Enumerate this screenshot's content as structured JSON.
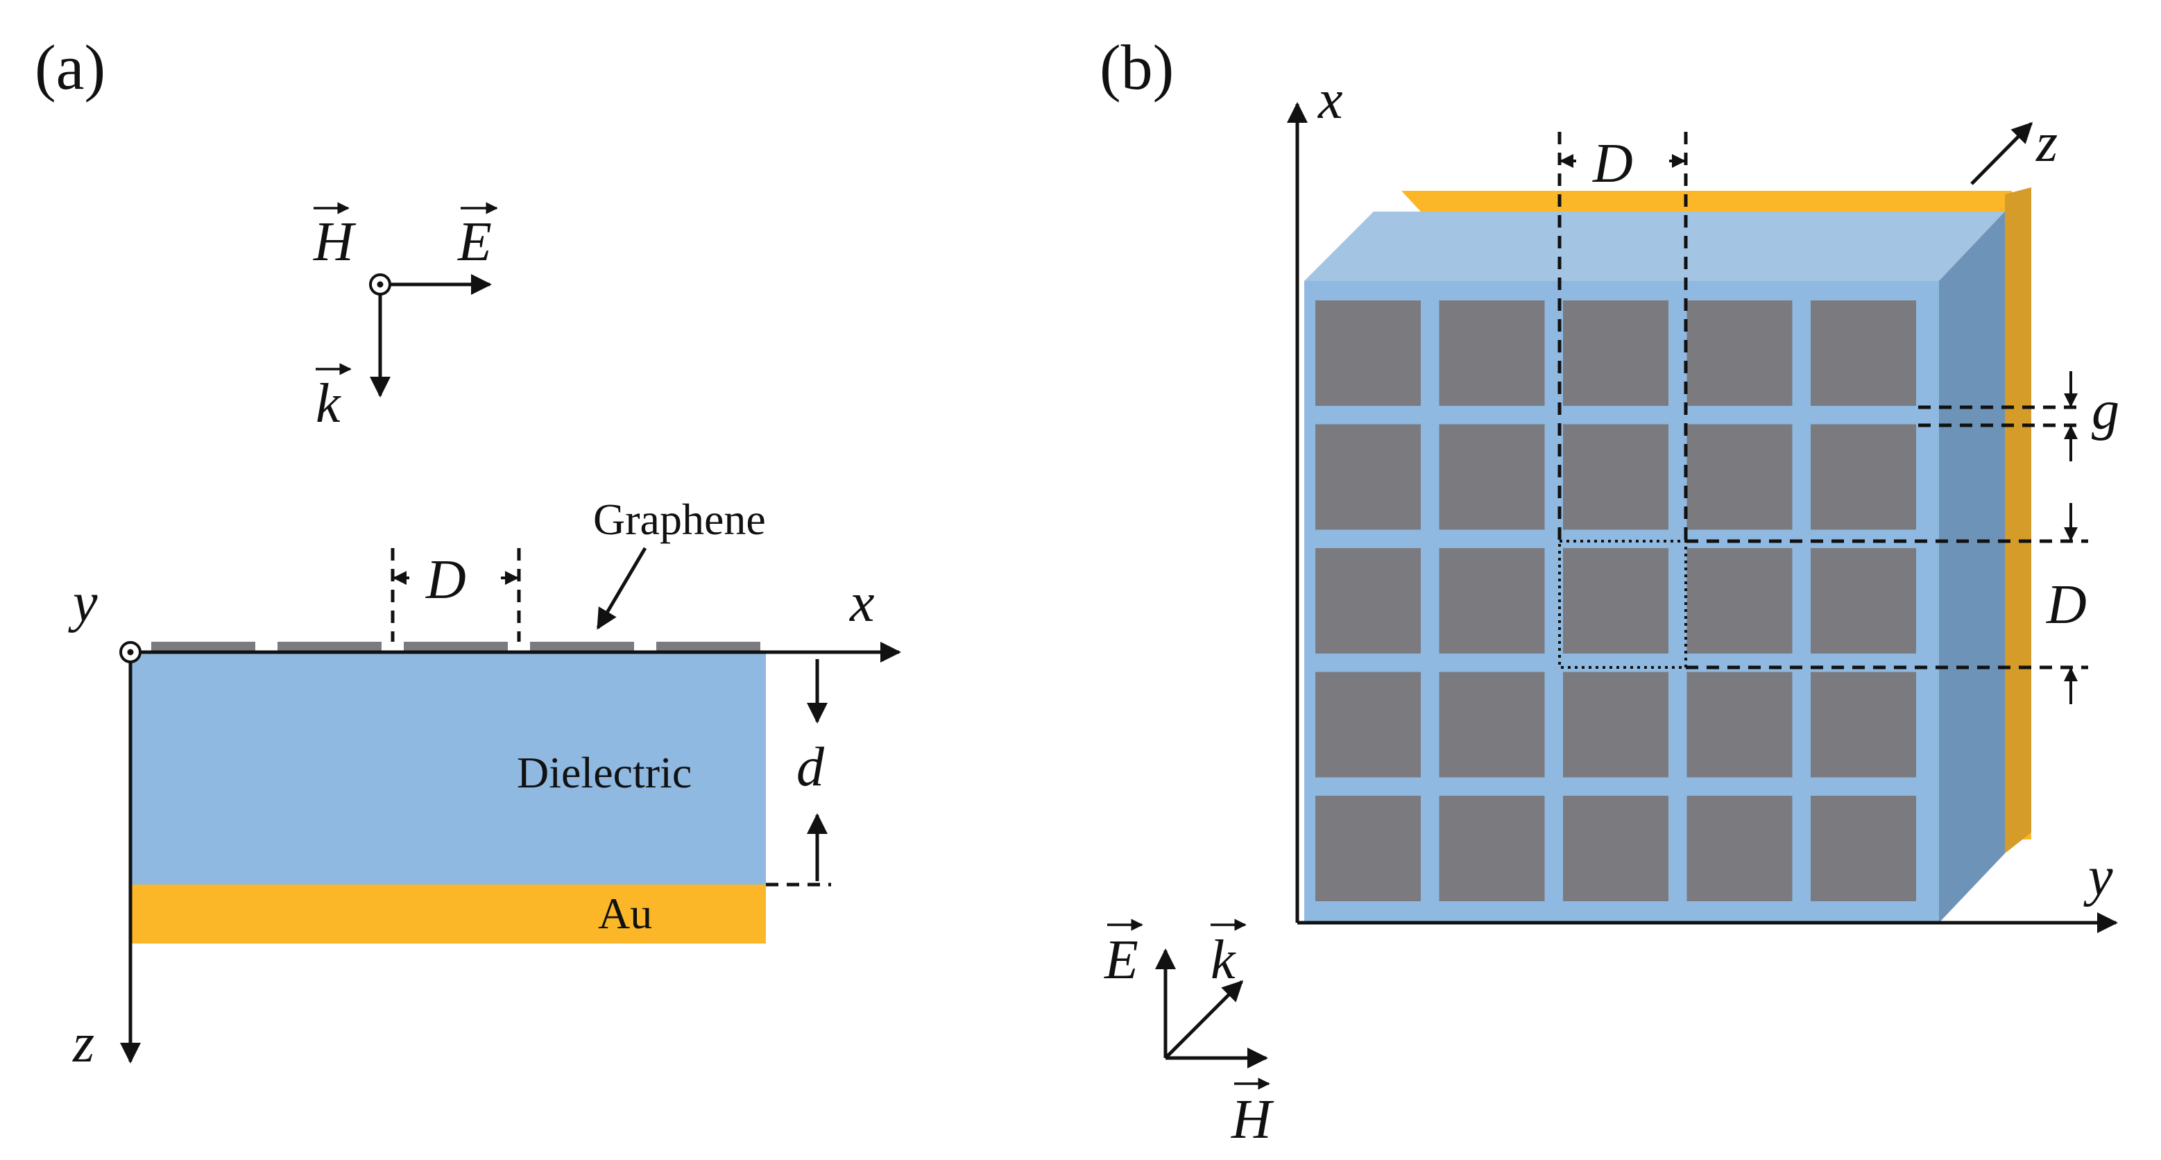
{
  "panel_a": {
    "label": "(a)",
    "field_labels": {
      "H": "H",
      "E": "E",
      "k": "k"
    },
    "axis_labels": {
      "x": "x",
      "y": "y",
      "z": "z"
    },
    "graphene_label": "Graphene",
    "period_label": "D",
    "thickness_label": "d",
    "dielectric_label": "Dielectric",
    "substrate_label": "Au",
    "graphene_strip_count": 5
  },
  "panel_b": {
    "label": "(b)",
    "axis_labels": {
      "x": "x",
      "y": "y",
      "z": "z"
    },
    "period_label_top": "D",
    "period_label_right": "D",
    "gap_label": "g",
    "field_labels": {
      "E": "E",
      "k": "k",
      "H": "H"
    },
    "patch_grid": {
      "rows": 5,
      "cols": 5
    }
  },
  "colors": {
    "dielectric": "#8fb9e0",
    "dielectric_top": "#a3c4e3",
    "dielectric_side": "#6d93b8",
    "gold": "#fbb727",
    "gold_dark": "#d59c2a",
    "graphene": "#7b7b7f",
    "ink": "#111111"
  }
}
